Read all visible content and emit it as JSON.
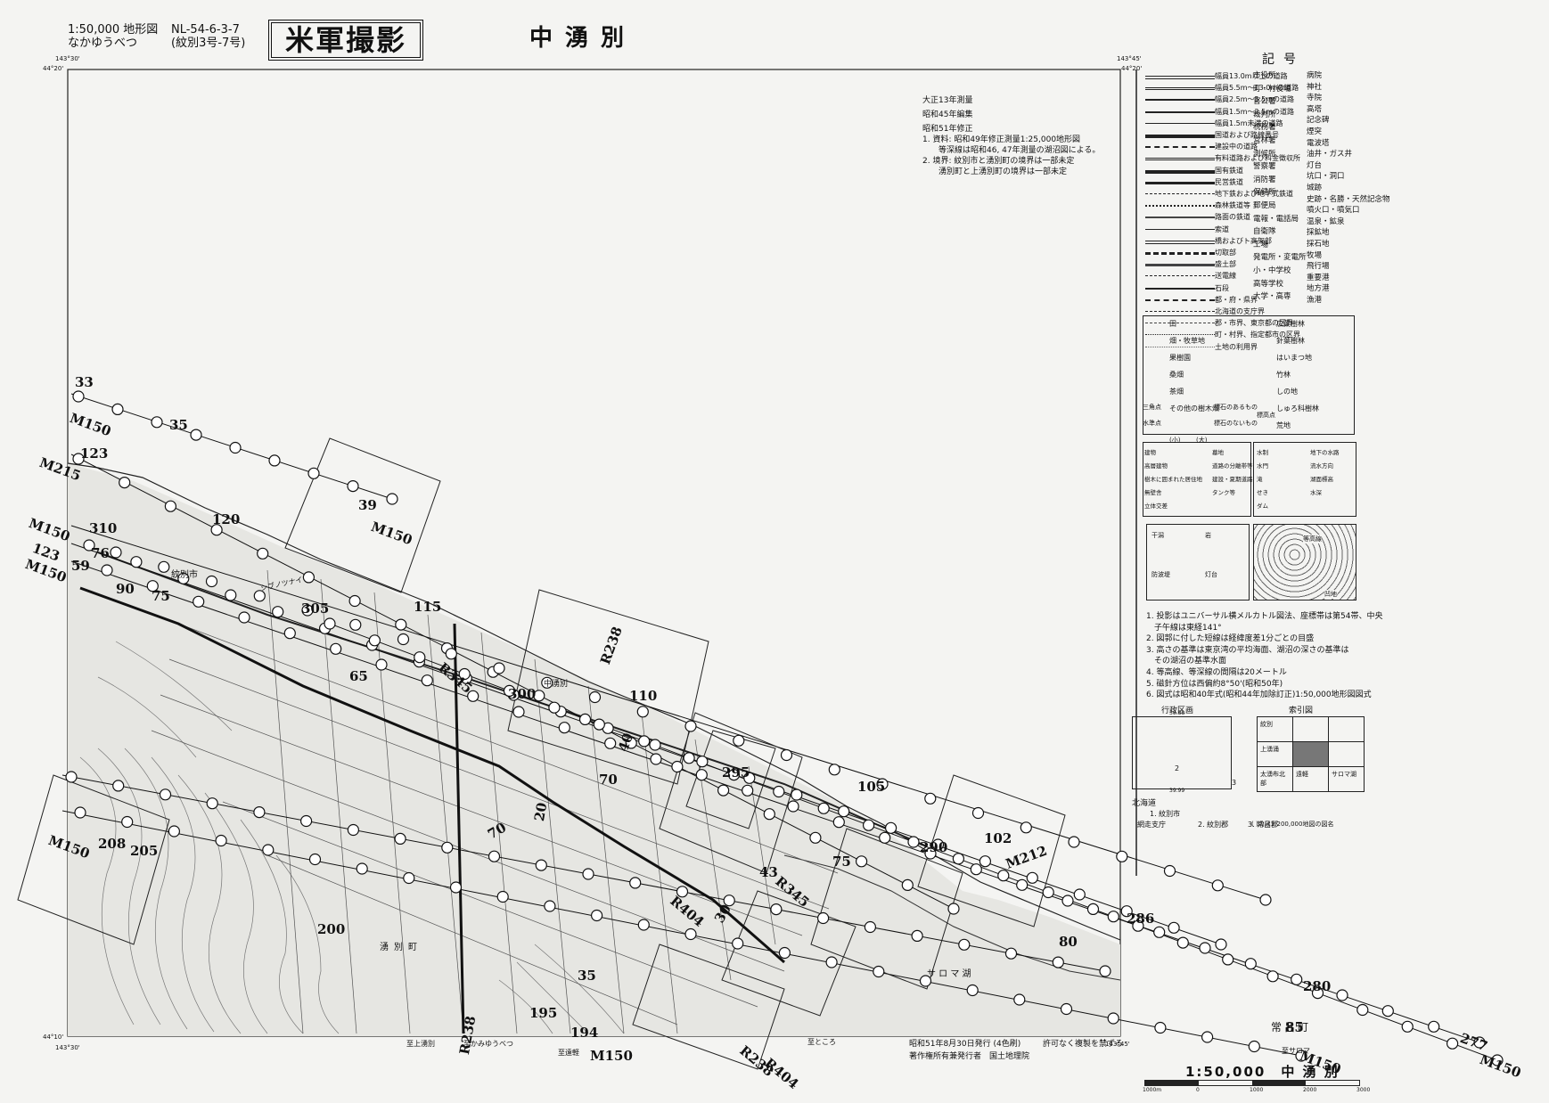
{
  "header": {
    "scale_line": "1:50,000 地形図",
    "code_line": "NL-54-6-3-7",
    "reading": "なかゆうべつ",
    "alt_code": "(紋別3号-7号)",
    "stamp": "米軍撮影",
    "title": "中湧別",
    "corner_tl_lon": "143°30'",
    "corner_tl_lat": "44°20'",
    "corner_tr_lon": "143°45'",
    "corner_tr_lat": "44°20'",
    "corner_bl_lat": "44°10'",
    "corner_bl_lon": "143°30'",
    "corner_br_lon": "143°45'"
  },
  "survey_notes": [
    "大正13年測量",
    "昭和45年編集",
    "昭和51年修正",
    "1. 資料: 昭和49年修正測量1:25,000地形図",
    "　　等深線は昭和46, 47年測量の湖沼図による。",
    "2. 境界: 紋別市と湧別町の境界は一部未定",
    "　　湧別町と上湧別町の境界は一部未定"
  ],
  "legend": {
    "heading": "記号",
    "line_items": [
      "幅員13.0m以上の道路",
      "幅員5.5m〜13.0mの道路",
      "幅員2.5m〜5.5mの道路",
      "幅員1.5m〜2.5mの道路",
      "幅員1.5m未満の道路",
      "国道および路線番号",
      "建設中の道路",
      "有料道路および料金徴収所",
      "国有鉄道",
      "民営鉄道",
      "地下鉄および地下式鉄道",
      "森林鉄道等",
      "路面の鉄道",
      "索道",
      "橋およびト高架部",
      "切取部",
      "盛土部",
      "送電線",
      "石段",
      "都・府・県界",
      "北海道の支庁界",
      "郡・市界、東京都の区界",
      "町・村界、指定都市の区界",
      "土地の利用界"
    ],
    "symbols_col1": [
      "市役所",
      "町・村役場",
      "官公署",
      "裁判所",
      "税務署",
      "営林署",
      "測候所",
      "警察署",
      "消防署",
      "保健所",
      "郵便局",
      "電報・電話局",
      "自衛隊",
      "工場",
      "発電所・変電所",
      "小・中学校",
      "高等学校",
      "大学・高専"
    ],
    "symbols_col2": [
      "病院",
      "神社",
      "寺院",
      "高塔",
      "記念碑",
      "煙突",
      "電波塔",
      "油井・ガス井",
      "灯台",
      "坑口・洞口",
      "城跡",
      "史跡・名勝・天然記念物",
      "噴火口・噴気口",
      "温泉・鉱泉",
      "採鉱地",
      "採石地",
      "牧場",
      "飛行場",
      "重要港",
      "地方港",
      "漁港"
    ],
    "landuse": [
      [
        "田",
        "広葉樹林"
      ],
      [
        "畑・牧草地",
        "針葉樹林"
      ],
      [
        "果樹園",
        "はいまつ地"
      ],
      [
        "桑畑",
        "竹林"
      ],
      [
        "茶畑",
        "しの地"
      ],
      [
        "その他の樹木畑",
        "しゅろ科樹林"
      ],
      [
        "",
        "荒地"
      ]
    ],
    "points": [
      "三角点",
      "水準点",
      "標石のあるもの",
      "標石のないもの",
      "標高点"
    ],
    "bldg_head_small": "(小)",
    "bldg_head_large": "(大)",
    "bldg_labels": [
      "建物",
      "高層建物",
      "樹木に囲まれた居住地",
      "無壁舎",
      "立体交差",
      "墓地",
      "道路の分離帯等",
      "建設・夏期道路",
      "タンク等"
    ],
    "water_labels": [
      "水制",
      "水門",
      "滝",
      "せき",
      "ダム",
      "地下の水路",
      "流水方向",
      "湖面標高",
      "水深"
    ],
    "coast_labels": [
      "干潟",
      "岩",
      "防波堤",
      "灯台"
    ],
    "contour_labels": [
      "等高線",
      "凹地"
    ]
  },
  "projection_notes": [
    "1. 投影はユニバーサル横メルカトル図法、座標帯は第54帯、中央",
    "　子午線は東経141°",
    "2. 図郭に付した短線は経緯度差1分ごとの目盛",
    "3. 高さの基準は東京湾の平均海面、湖沼の深さの基準は",
    "　その湖沼の基準水面",
    "4. 等高線、等深線の間隔は20メートル",
    "5. 磁針方位は西偏約8°50'(昭和50年)",
    "6. 図式は昭和40年式(昭和44年加除訂正)1:50,000地形図図式"
  ],
  "admin_index": {
    "title": "行政区画",
    "coord_top": "39.88",
    "coord_bottom": "39.99",
    "area_num": "2",
    "area_num2": "3",
    "prefecture": "北海道",
    "items": [
      "1. 紋別市",
      "網走支庁",
      "2. 紋別郡",
      "3. 常呂郡"
    ]
  },
  "sheet_index": {
    "title": "索引図",
    "cells": [
      "紋別",
      "",
      "",
      "上湧涌",
      "",
      "",
      "太湧布北部",
      "遠軽",
      "サロマ湖"
    ],
    "caption": "( )内は1:200,000地図の図名"
  },
  "place_names": {
    "mombetsu": "紋別市",
    "yubetsu_town": "湧別町",
    "nakayubetsu": "中湧別",
    "saroma_lake": "サ ロ マ 湖",
    "tokoro_town": "常呂町",
    "shiobetsu": "シブノツナイ",
    "kamiyu": "至上湧別",
    "tokarumu": "至かみゆうべつ",
    "obiraku": "至遠軽",
    "to_saroma": "至サロマ",
    "kitami_road": "至ところ"
  },
  "flight_labels": {
    "line_33": "33",
    "line_m150_a": "M150",
    "line_35": "35",
    "line_123": "123",
    "line_m215": "M215",
    "line_39": "39",
    "line_m150_b": "M150",
    "line_120": "120",
    "line_310": "310",
    "line_m150_c": "M150",
    "line_76": "76",
    "line_12": "123",
    "line_m150_d": "M150",
    "line_59": "59",
    "line_90": "90",
    "line_75": "75",
    "line_305": "305",
    "line_115": "115",
    "line_65": "65",
    "line_r345a": "R345",
    "line_300": "300",
    "line_110": "110",
    "line_r238": "R238",
    "line_40": "40",
    "line_70": "70",
    "line_295": "295",
    "line_105": "105",
    "line_290": "290",
    "line_102": "102",
    "line_m212": "M212",
    "line_70b": "70",
    "line_20": "20",
    "line_208": "208",
    "line_205": "205",
    "line_m150_e": "M150",
    "line_43": "43",
    "line_r345b": "R345",
    "line_75b": "75",
    "line_r404": "R404",
    "line_30": "30",
    "line_200": "200",
    "line_80": "80",
    "line_286": "286",
    "line_195": "195",
    "line_194": "194",
    "line_m150_f": "M150",
    "line_r238b": "R238",
    "line_r404b": "R404",
    "line_85": "85",
    "line_m150_g": "M150",
    "line_280": "280",
    "line_277": "277",
    "line_m150_h": "M150",
    "line_r238c": "R238",
    "line_35b": "35"
  },
  "footer": {
    "issue": "昭和51年8月30日発行 (4色刷)",
    "publisher": "著作権所有兼発行者　国土地理院",
    "warning": "許可なく複製を禁ずる",
    "scale": "1:50,000　中 湧 別",
    "scale_ticks": [
      "1000m",
      "0",
      "1000",
      "2000",
      "3000"
    ]
  }
}
